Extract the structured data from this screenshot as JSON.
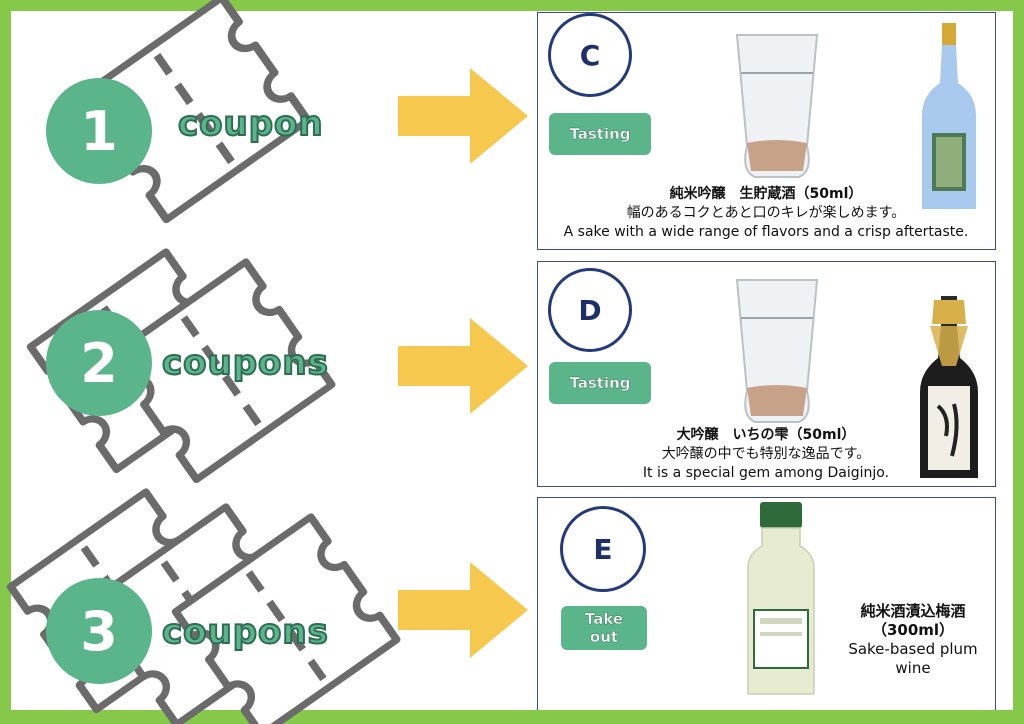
{
  "rows": [
    {
      "number": "1",
      "coupon_word": "coupon",
      "letter": "C",
      "tag": "Tasting",
      "title": "純米吟醸　生貯蔵酒（50ml）",
      "line_ja": "幅のあるコクとあと口のキレが楽しめます。",
      "line_en": "A sake with a wide range of flavors and a crisp aftertaste."
    },
    {
      "number": "2",
      "coupon_word": "coupons",
      "letter": "D",
      "tag": "Tasting",
      "title": "大吟醸　いちの雫（50ml）",
      "line_ja": "大吟醸の中でも特別な逸品です。",
      "line_en": "It is a special gem among Daiginjo."
    },
    {
      "number": "3",
      "coupon_word": "coupons",
      "letter": "E",
      "tag_line1": "Take",
      "tag_line2": "out",
      "title_line1": "純米酒漬込梅酒",
      "title_line2": "（300ml）",
      "line_en1": "Sake-based plum",
      "line_en2": "wine"
    }
  ],
  "colors": {
    "frame": "#86c84a",
    "accent_green": "#5bb58a",
    "arrow": "#f6c94e",
    "navy": "#233a7d"
  }
}
